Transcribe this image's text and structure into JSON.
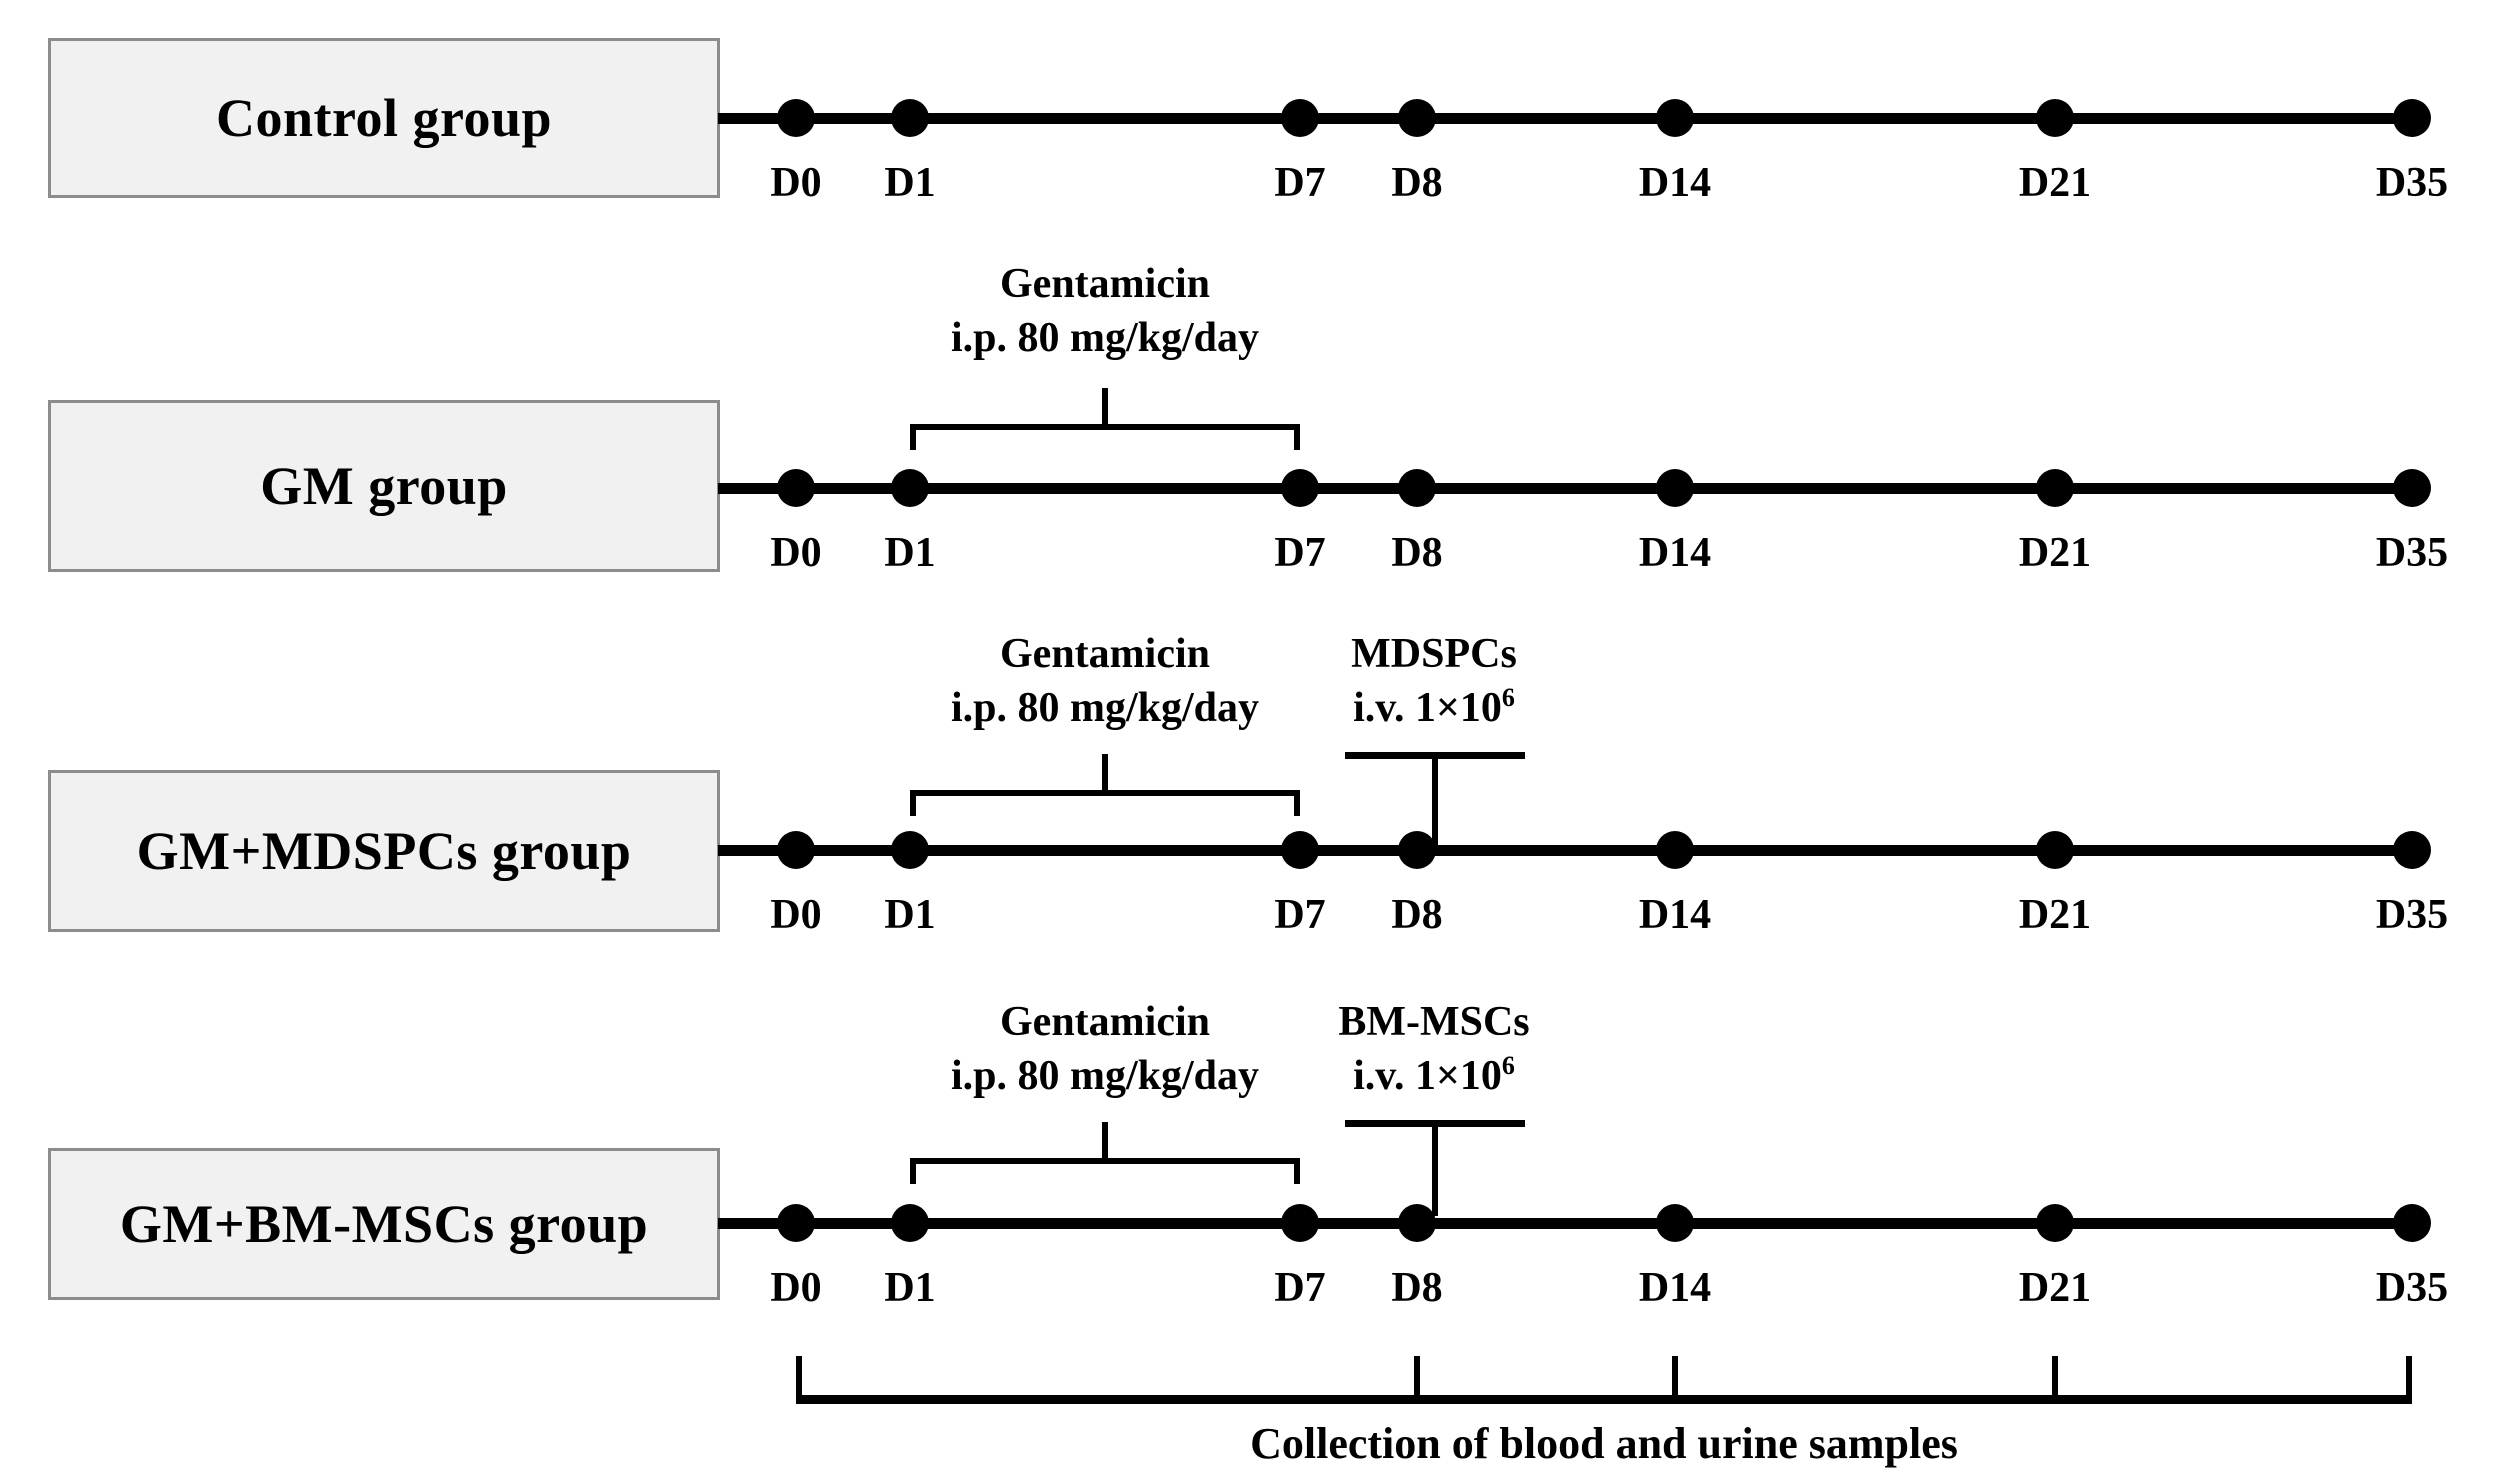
{
  "figure": {
    "type": "experimental-timeline-diagram",
    "background_color": "#ffffff",
    "box_fill_color": "#f1f1f1",
    "box_border_color": "#8c8c8c",
    "line_color": "#000000"
  },
  "timepoints": [
    "D0",
    "D1",
    "D7",
    "D8",
    "D14",
    "D21",
    "D35"
  ],
  "rows": [
    {
      "id": "control",
      "label": "Control group",
      "timepoints": [
        "D0",
        "D1",
        "D7",
        "D8",
        "D14",
        "D21",
        "D35"
      ],
      "annotations": []
    },
    {
      "id": "gm",
      "label": "GM group",
      "timepoints": [
        "D0",
        "D1",
        "D7",
        "D8",
        "D14",
        "D21",
        "D35"
      ],
      "annotations": [
        {
          "id": "gentamicin",
          "line1": "Gentamicin",
          "line2": "i.p. 80 mg/kg/day",
          "span_from": "D1",
          "span_to": "D7",
          "marker": "brace"
        }
      ]
    },
    {
      "id": "gm-mdspcs",
      "label": "GM+MDSPCs group",
      "timepoints": [
        "D0",
        "D1",
        "D7",
        "D8",
        "D14",
        "D21",
        "D35"
      ],
      "annotations": [
        {
          "id": "gentamicin",
          "line1": "Gentamicin",
          "line2": "i.p. 80 mg/kg/day",
          "span_from": "D1",
          "span_to": "D7",
          "marker": "brace"
        },
        {
          "id": "mdspcs-dose",
          "line1": "MDSPCs",
          "line2_pre": "i.v. 1×10",
          "line2_sup": "6",
          "at": "D8",
          "marker": "t-bar"
        }
      ]
    },
    {
      "id": "gm-bm-mscs",
      "label": "GM+BM-MSCs group",
      "timepoints": [
        "D0",
        "D1",
        "D7",
        "D8",
        "D14",
        "D21",
        "D35"
      ],
      "annotations": [
        {
          "id": "gentamicin",
          "line1": "Gentamicin",
          "line2": "i.p. 80 mg/kg/day",
          "span_from": "D1",
          "span_to": "D7",
          "marker": "brace"
        },
        {
          "id": "bm-mscs-dose",
          "line1": "BM-MSCs",
          "line2_pre": "i.v. 1×10",
          "line2_sup": "6",
          "at": "D8",
          "marker": "t-bar"
        }
      ]
    }
  ],
  "collection": {
    "caption": "Collection of blood and urine samples",
    "tick_timepoints": [
      "D0",
      "D8",
      "D14",
      "D21",
      "D35"
    ]
  }
}
